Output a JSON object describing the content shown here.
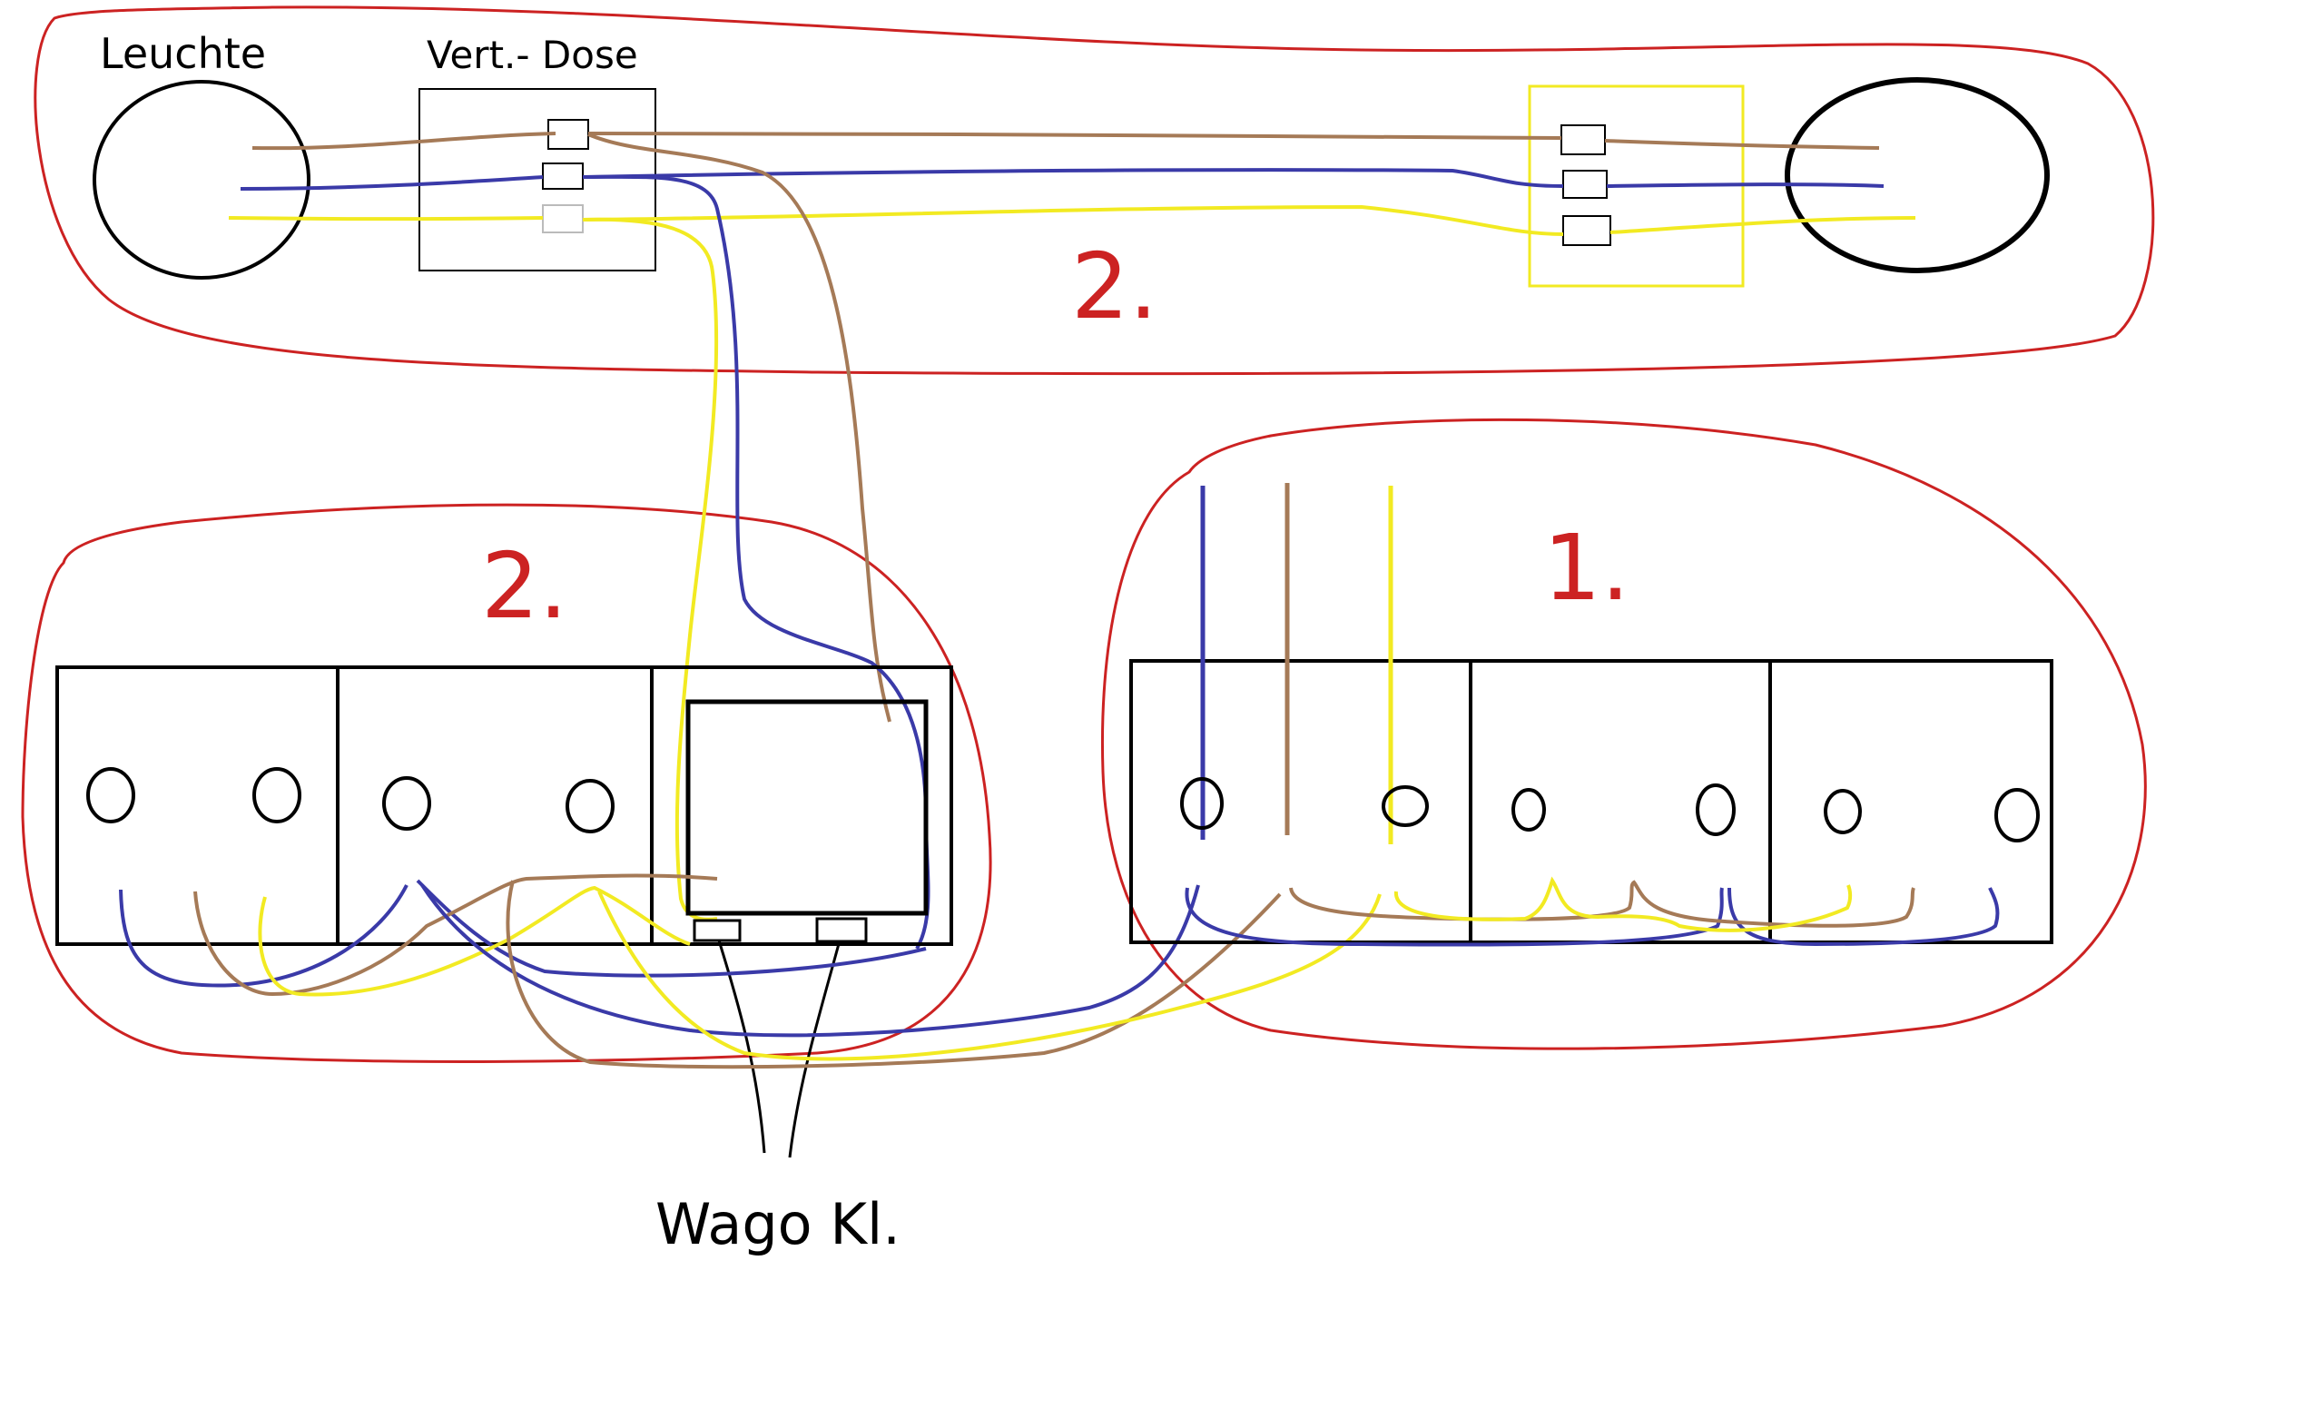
{
  "labels": {
    "leuchte": "Leuchte",
    "vert_dose": "Vert.- Dose",
    "wago": "Wago Kl.",
    "group_top": "2.",
    "group_left": "2.",
    "group_right": "1."
  },
  "colors": {
    "outline": "#cc2222",
    "brown": "#a57a57",
    "blue": "#3a3aa8",
    "yellow": "#f2ea22",
    "black": "#000000",
    "grey": "#bbbbbb"
  }
}
